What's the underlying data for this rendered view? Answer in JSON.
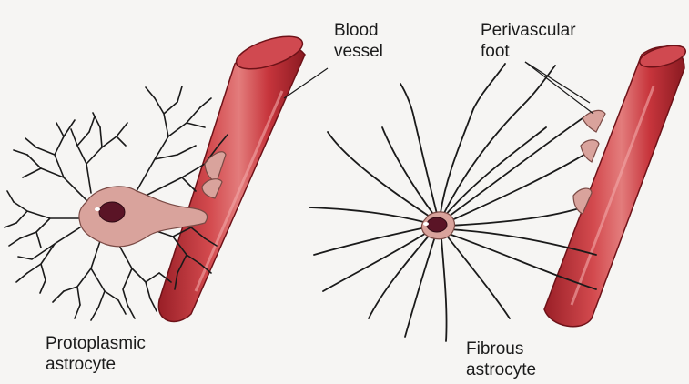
{
  "labels": {
    "blood_vessel": "Blood\nvessel",
    "perivascular_foot": "Perivascular\nfoot",
    "protoplasmic_astrocyte": "Protoplasmic\nastrocyte",
    "fibrous_astrocyte": "Fibrous\nastrocyte"
  },
  "colors": {
    "background": "#f6f5f3",
    "vessel": "#c93a40",
    "vessel_dark": "#8e1b22",
    "vessel_highlight": "#e98a8a",
    "cell_body": "#d9a39c",
    "nucleus": "#5a1426",
    "process_line": "#1a1a1a",
    "label_text": "#1b1b1b"
  }
}
